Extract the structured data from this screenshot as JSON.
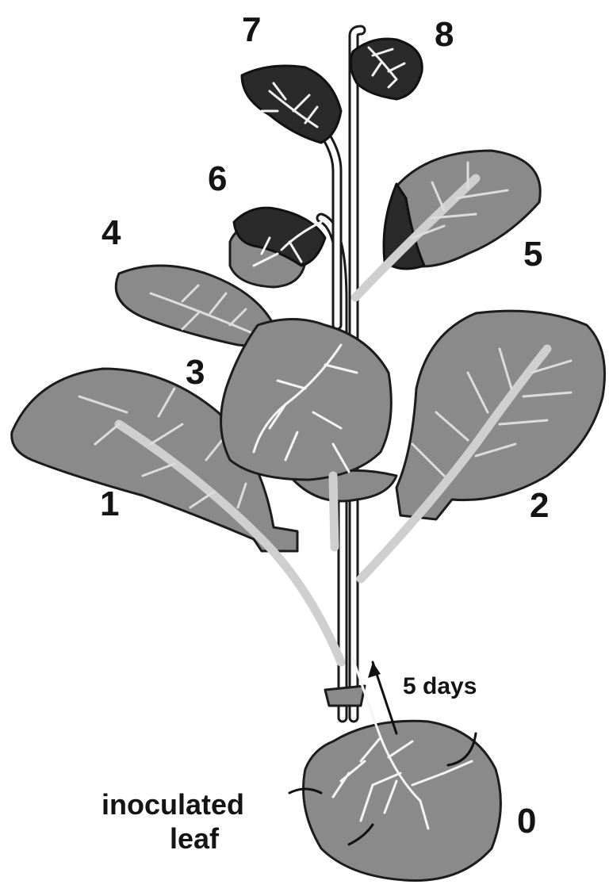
{
  "diagram": {
    "leaf_labels": [
      "0",
      "1",
      "2",
      "3",
      "4",
      "5",
      "6",
      "7",
      "8"
    ],
    "inoculated_label_line1": "inoculated",
    "inoculated_label_line2": "leaf",
    "time_label": "5 days"
  },
  "colors": {
    "leaf_fill": "#8a8a8a",
    "infected_leaf_fill": "#2a2a2a",
    "vein": "#dcdcdc",
    "outline": "#1c1c1c"
  }
}
